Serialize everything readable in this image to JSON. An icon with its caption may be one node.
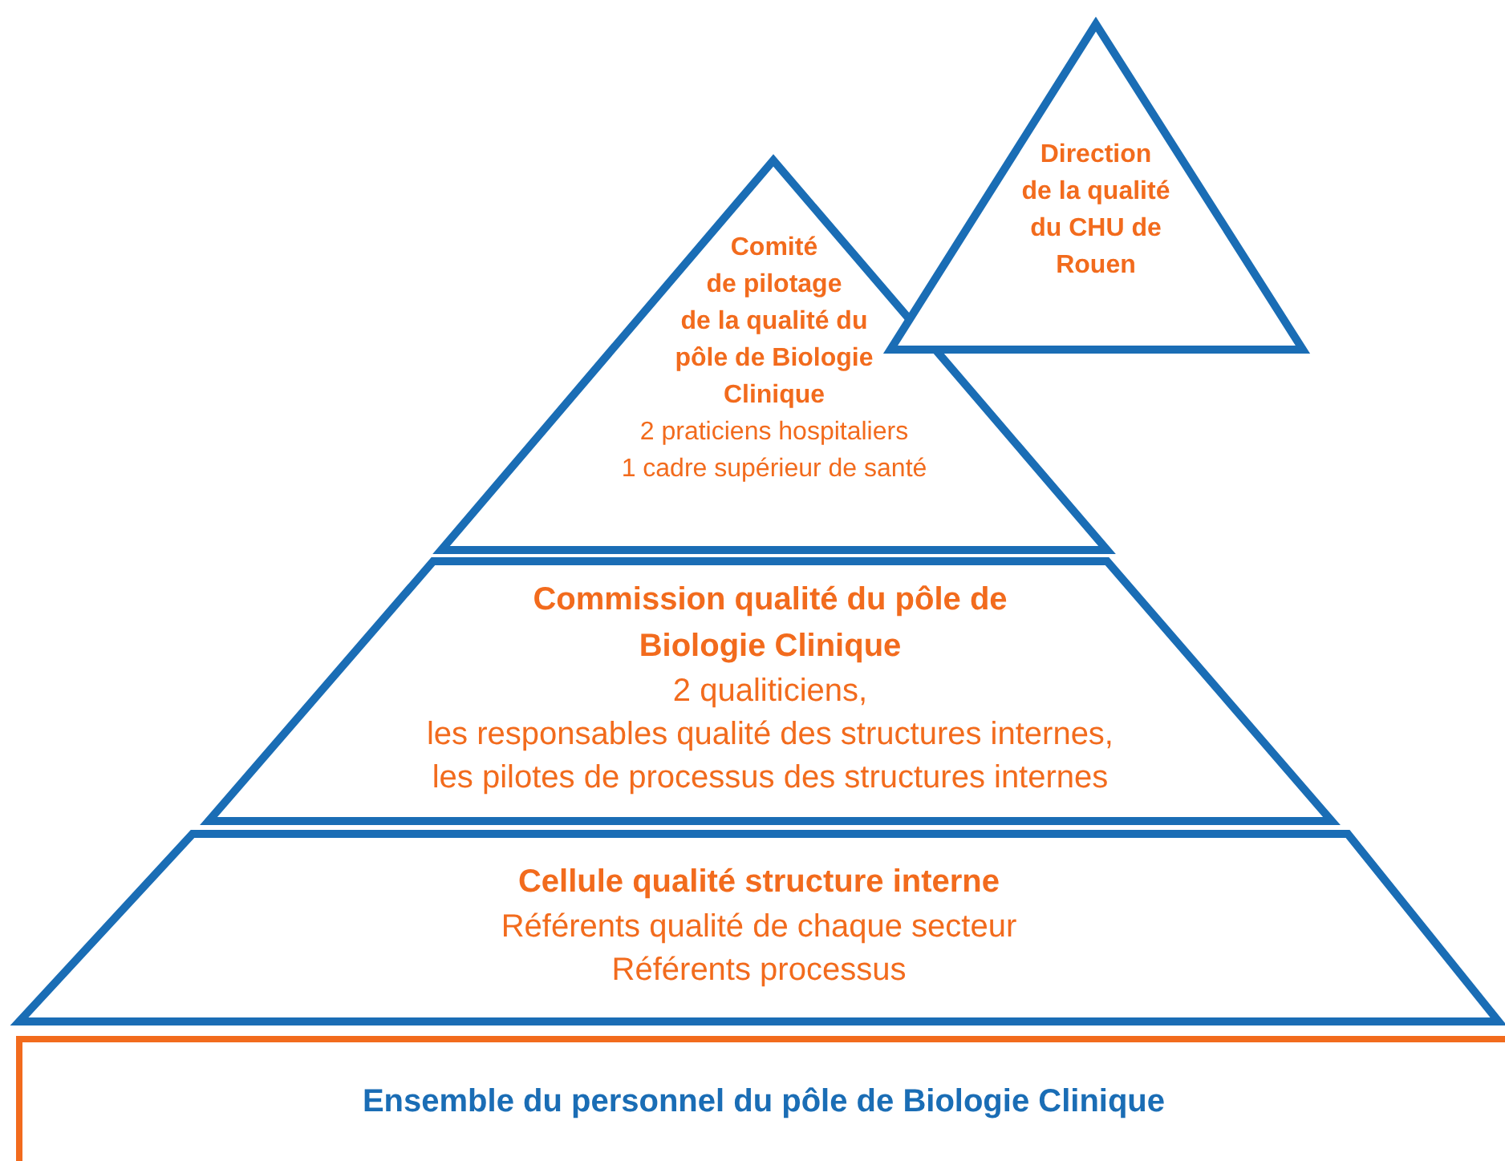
{
  "diagram": {
    "nodes": [
      {
        "text": [
          "Direction de la qualité du CHU de Rouen"
        ]
      },
      {
        "text": [
          "Comité de pilotage de la qualité du pôle de Biologie Clinique",
          "2 praticiens hospitaliers",
          "1 cadre supérieur de santé"
        ]
      },
      {
        "text": [
          "Commission qualité du pôle de Biologie Clinique",
          "2 qualiticiens,",
          "les responsables qualité des structures internes,",
          "les pilotes de processus des structures internes"
        ]
      },
      {
        "text": [
          "Cellule qualité structure interne",
          "Référents qualité de chaque secteur",
          "Référents processus"
        ]
      },
      {
        "text": [
          "Ensemble du personnel du pôle de Biologie Clinique"
        ]
      }
    ]
  }
}
